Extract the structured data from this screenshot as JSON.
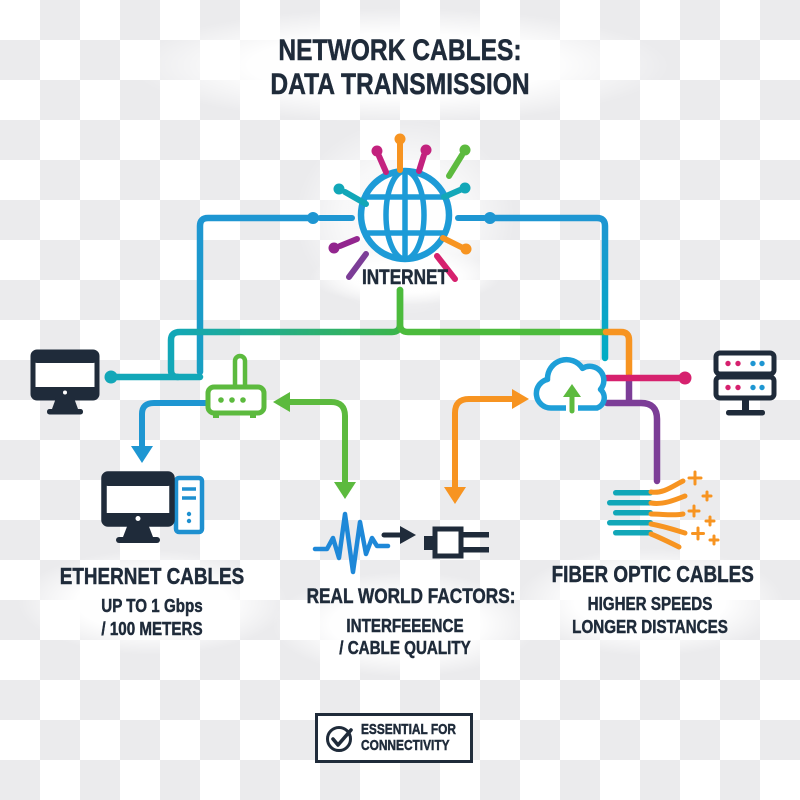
{
  "title": {
    "line1": "NETWORK CABLES:",
    "line2": "DATA TRANSMISSION"
  },
  "internet_label": "INTERNET",
  "sections": {
    "ethernet": {
      "heading": "ETHERNET CABLES",
      "detail1": "UP TO 1 Gbps",
      "detail2": "/ 100 METERS"
    },
    "factors": {
      "heading": "REAL WORLD FACTORS:",
      "detail1": "INTERFEEENCE",
      "detail2": "/ CABLE QUALITY"
    },
    "fiber": {
      "heading": "FIBER OPTIC CABLES",
      "detail1": "HIGHER SPEEDS",
      "detail2": "LONGER DISTANCES"
    }
  },
  "badge": {
    "line1": "ESSENTIAL FOR",
    "line2": "CONNECTIVITY",
    "icon": "check-circle-icon"
  },
  "icons": {
    "internet-globe-icon": "globe with meridians and colorful data rays",
    "desktop-monitor-icon": "dark monitor with stand",
    "router-icon": "green router with antenna and three dots",
    "cloud-upload-icon": "cloud outline with green up arrow",
    "server-icon": "dark server rack with magenta and cyan LEDs",
    "ethernet-pc-icon": "monitor plus blue tower case",
    "signal-wave-icon": "blue interference waveform",
    "arrow-right-icon": "black right arrow",
    "cable-connector-icon": "dark cable plug connector",
    "fiber-optic-icon": "teal ribbon cables fanning into orange glowing fibers with sparkles",
    "check-circle-icon": "checkmark in circle"
  },
  "colors": {
    "ink": "#1f2b3a",
    "blue": "#1e96d2",
    "teal": "#12a7b8",
    "cyan": "#00adc4",
    "green": "#5cba3e",
    "orange": "#f79421",
    "magenta": "#d6216e",
    "purple": "#7c3d97",
    "checker_gray": "#ebebed"
  }
}
